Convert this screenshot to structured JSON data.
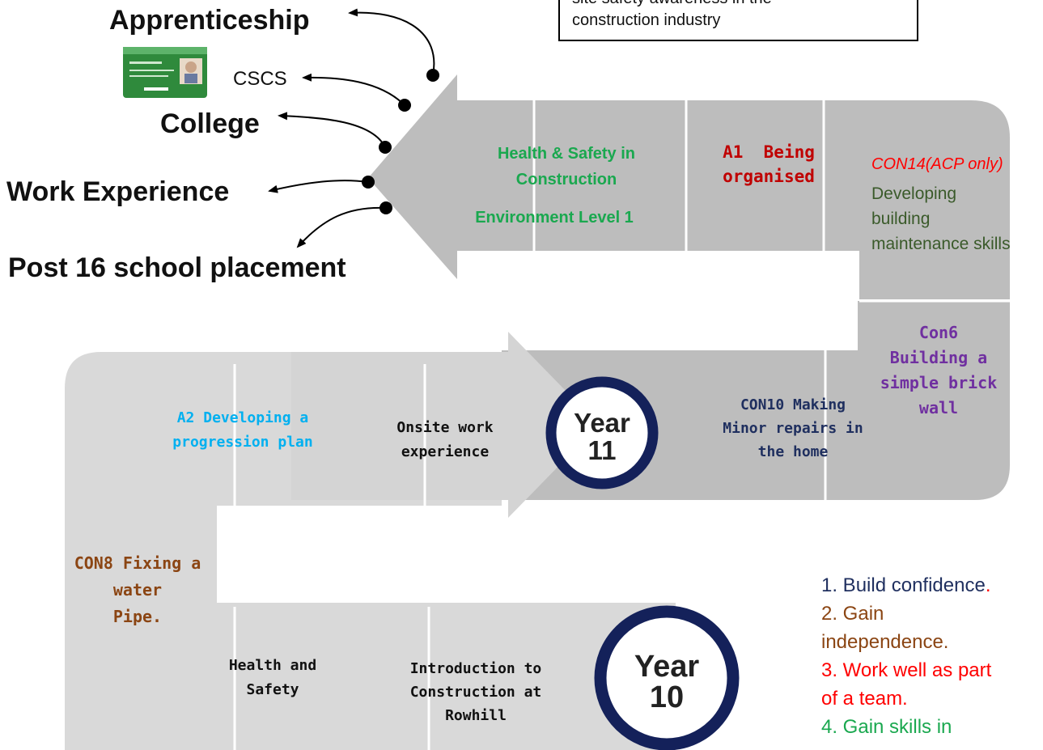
{
  "top_box": {
    "line1": "site safety awareness in the",
    "line2": "construction industry"
  },
  "destinations": {
    "apprenticeship": "Apprenticeship",
    "cscs": "CSCS",
    "college": "College",
    "work_experience": "Work Experience",
    "post16": "Post 16 school placement"
  },
  "upper_path": {
    "health_safety": [
      "Health & Safety in",
      "Construction"
    ],
    "environment": "Environment Level 1",
    "a1": [
      "A1  Being",
      "organised"
    ],
    "con14_title": "CON14(ACP only)",
    "con14_desc": [
      "Developing",
      "building",
      "maintenance skills"
    ]
  },
  "middle_path": {
    "con6": [
      "Con6",
      "Building a",
      "simple brick",
      "wall"
    ],
    "con10": [
      "CON10 Making",
      "Minor repairs in",
      "the home"
    ],
    "onsite": [
      "Onsite work",
      "experience"
    ],
    "a2": [
      "A2 Developing a",
      "progression plan"
    ],
    "year11": {
      "word": "Year",
      "num": "11"
    }
  },
  "lower_path": {
    "con8": [
      "CON8 Fixing a",
      "water",
      "Pipe."
    ],
    "health_safety": [
      "Health and",
      "Safety"
    ],
    "intro": [
      "Introduction to",
      "Construction at",
      "Rowhill"
    ],
    "year10": {
      "word": "Year",
      "num": "10"
    }
  },
  "goals": {
    "g1": "1. Build confidence",
    "g1_dot": ".",
    "g2a": "2. Gain",
    "g2b": "independence.",
    "g3a": "3. Work well as part",
    "g3b": "of a team.",
    "g4a": "4. Gain skills in"
  },
  "colors": {
    "green": "#1aa84f",
    "red": "#c00000",
    "bright_red": "#ff0000",
    "dark_green": "#3a5a2a",
    "purple": "#7030a0",
    "navy": "#1f2f5f",
    "cyan": "#00b0f0",
    "brown": "#8b4513",
    "path_dark": "#bdbdbd",
    "path_light": "#d9d9d9",
    "ring": "#14215a"
  }
}
